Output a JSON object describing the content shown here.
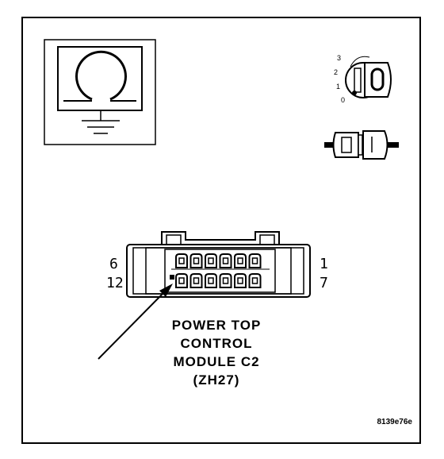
{
  "connector": {
    "pin_left_top": "6",
    "pin_left_bottom": "12",
    "pin_right_top": "1",
    "pin_right_bottom": "7",
    "label_lines": [
      "POWER TOP",
      "CONTROL",
      "MODULE C2",
      "(ZH27)"
    ]
  },
  "ignition": {
    "positions": [
      "3",
      "2",
      "1",
      "0"
    ]
  },
  "figure_code": "8139e76e",
  "icons": [
    "ground-symbol-icon",
    "ignition-key-icon",
    "connector-plug-icon"
  ]
}
